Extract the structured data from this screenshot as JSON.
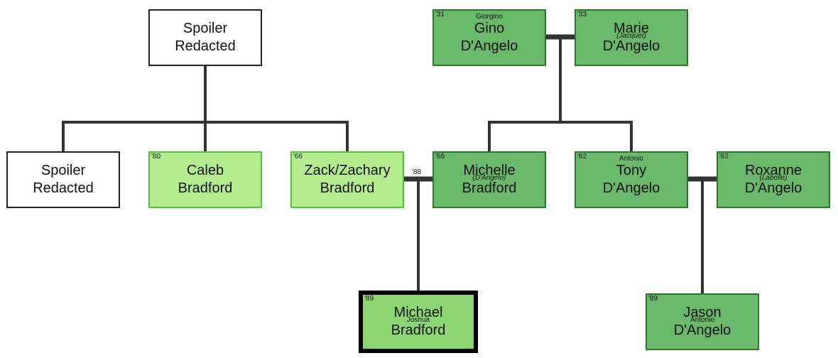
{
  "people": {
    "spoiler_top": {
      "first": "Spoiler",
      "last": "Redacted"
    },
    "spoiler_left": {
      "first": "Spoiler",
      "last": "Redacted"
    },
    "caleb": {
      "year": "'80",
      "first": "Caleb",
      "last": "Bradford"
    },
    "zack": {
      "year": "'66",
      "first": "Zack/Zachary",
      "last": "Bradford"
    },
    "michael": {
      "year": "'89",
      "first": "Michael",
      "middle": "Joshua",
      "last": "Bradford"
    },
    "gino": {
      "year": "'31",
      "nickname": "Giorgino",
      "first": "Gino",
      "last": "D'Angelo"
    },
    "marie": {
      "year": "'33",
      "first": "Marie",
      "maiden": "(Jacquet)",
      "last": "D'Angelo"
    },
    "michelle": {
      "year": "'66",
      "first": "Michelle",
      "maiden": "(D'Angelo)",
      "last": "Bradford"
    },
    "tony": {
      "year": "'62",
      "nickname": "Antonio",
      "first": "Tony",
      "last": "D'Angelo"
    },
    "roxanne": {
      "year": "'62",
      "first": "Roxanne",
      "maiden": "(Labelle)",
      "last": "D'Angelo"
    },
    "jason": {
      "year": "'89",
      "first": "Jason",
      "middle": "Antonio",
      "last": "D'Angelo"
    }
  },
  "marriages": {
    "zack_michelle_year": "'88"
  },
  "colors": {
    "line": "#333333",
    "white_node": "#ffffff",
    "light_green": "#b3ec8f",
    "mid_green": "#8bd672",
    "dark_green": "#6ab86a"
  }
}
